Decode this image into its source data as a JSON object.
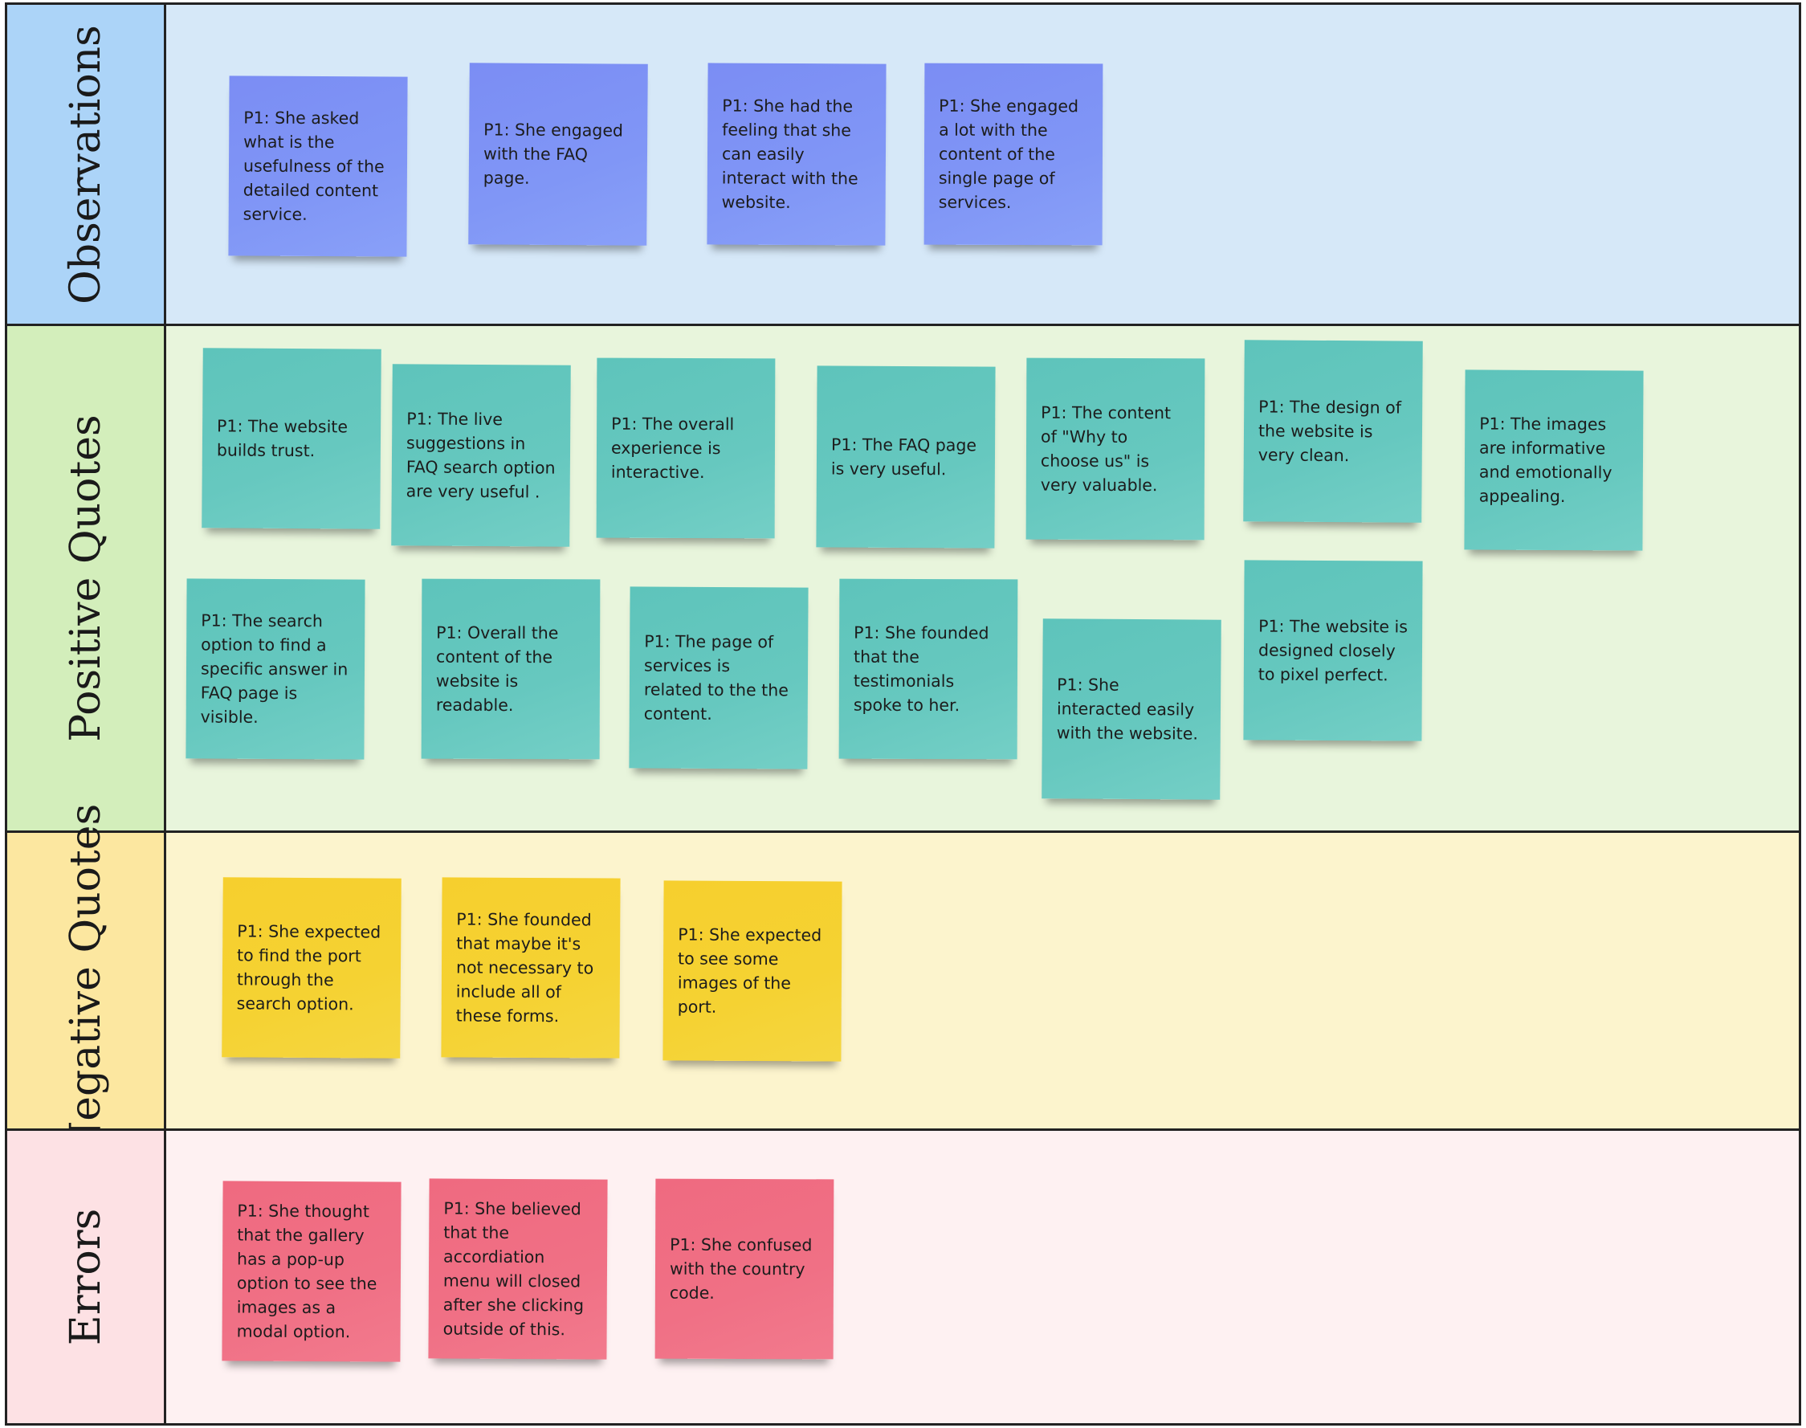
{
  "colors": {
    "observations_label_bg": "#acd4f8",
    "observations_bg": "#d6e8f8",
    "positive_label_bg": "#d3eebb",
    "positive_bg": "#e8f5dc",
    "negative_label_bg": "#fce7a0",
    "negative_bg": "#fcf4cd",
    "errors_label_bg": "#fde1e4",
    "errors_bg": "#fef1f2",
    "note_blue": "#7f95f5",
    "note_teal": "#66c8bf",
    "note_yellow": "#f5d232",
    "note_pink": "#f07085",
    "grid_border": "#222222"
  },
  "rows": {
    "observations": {
      "label": "Observations",
      "notes": [
        "P1: She asked what is the usefulness of the detailed content service.",
        "P1: She engaged with the FAQ page.",
        "P1: She had the feeling that she can easily interact with the website.",
        "P1:  She engaged a lot with the content of the single page of services."
      ]
    },
    "positive": {
      "label": "Positive Quotes",
      "notes": [
        "P1: The website builds trust.",
        "P1: The live suggestions in FAQ search option are very useful .",
        "P1: The overall experience is interactive.",
        "P1: The FAQ page is very useful.",
        "P1: The content of \"Why to choose us\" is very valuable.",
        "P1: The design of the website is very clean.",
        "P1: The images are informative and emotionally appealing.",
        "P1: The search option to find a specific answer in FAQ page is visible.",
        "P1: Overall the content of the website is readable.",
        "P1: The page of services is related to the the content.",
        "P1: She founded that the testimonials spoke to her.",
        "P1: She interacted easily with the website.",
        "P1: The  website is designed closely to pixel perfect."
      ]
    },
    "negative": {
      "label": "Negative Quotes",
      "notes": [
        "P1: She expected to find the port through the search option.",
        "P1: She founded that maybe it's not necessary to include all of these forms.",
        "P1: She expected to see some images of the port."
      ]
    },
    "errors": {
      "label": "Errors",
      "notes": [
        "P1: She thought that the gallery has a pop-up option to see the images as a modal option.",
        "P1: She believed that the accordiation menu will closed after she clicking outside of this.",
        "P1: She confused with the country code."
      ]
    }
  }
}
